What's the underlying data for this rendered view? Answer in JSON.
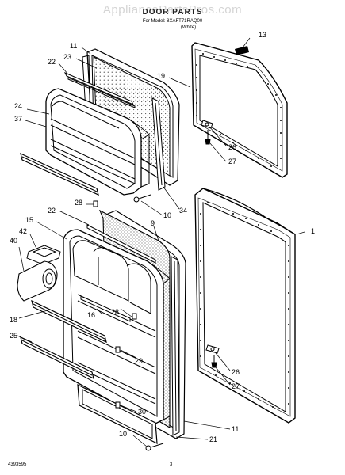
{
  "watermark": "AppliancePartsPros.com",
  "title": "DOOR PARTS",
  "model_line": "For Model: 8XAFT71RAQ00",
  "color_line": "(White)",
  "doc_number": "4393595",
  "page_number": "3",
  "callouts": [
    {
      "id": "c13",
      "label": "13"
    },
    {
      "id": "c11a",
      "label": "11"
    },
    {
      "id": "c23",
      "label": "23"
    },
    {
      "id": "c22a",
      "label": "22"
    },
    {
      "id": "c19",
      "label": "19"
    },
    {
      "id": "c24",
      "label": "24"
    },
    {
      "id": "c37",
      "label": "37"
    },
    {
      "id": "c26a",
      "label": "26"
    },
    {
      "id": "c27a",
      "label": "27"
    },
    {
      "id": "c10a",
      "label": "10"
    },
    {
      "id": "c34",
      "label": "34"
    },
    {
      "id": "c28a",
      "label": "28"
    },
    {
      "id": "c22b",
      "label": "22"
    },
    {
      "id": "c9",
      "label": "9"
    },
    {
      "id": "c15",
      "label": "15"
    },
    {
      "id": "c42",
      "label": "42"
    },
    {
      "id": "c40",
      "label": "40"
    },
    {
      "id": "c1",
      "label": "1"
    },
    {
      "id": "c16",
      "label": "16"
    },
    {
      "id": "c18",
      "label": "18"
    },
    {
      "id": "c28b",
      "label": "28"
    },
    {
      "id": "c25",
      "label": "25"
    },
    {
      "id": "c29",
      "label": "29"
    },
    {
      "id": "c26b",
      "label": "26"
    },
    {
      "id": "c27b",
      "label": "27"
    },
    {
      "id": "c30",
      "label": "30"
    },
    {
      "id": "c11b",
      "label": "11"
    },
    {
      "id": "c10b",
      "label": "10"
    },
    {
      "id": "c21",
      "label": "21"
    }
  ]
}
